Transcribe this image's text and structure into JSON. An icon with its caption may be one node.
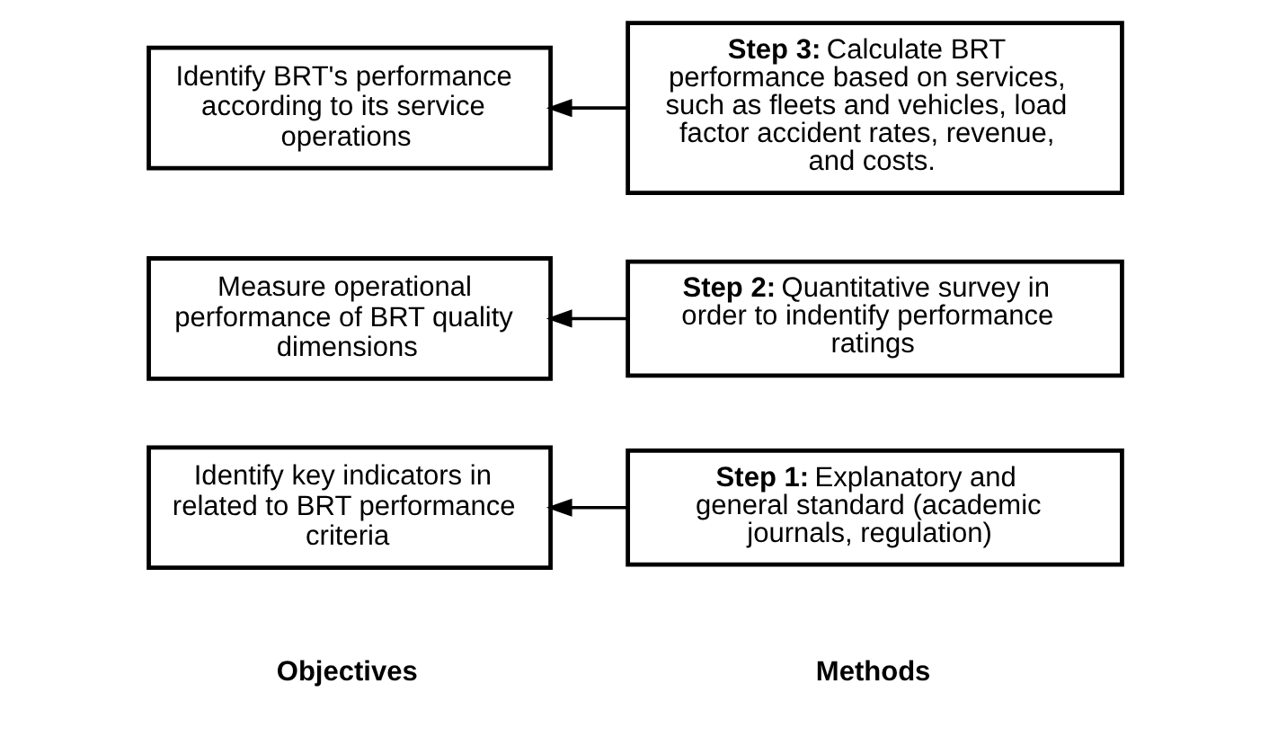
{
  "diagram": {
    "nodes": [
      {
        "text": [
          "Identify key indicators in related to BRT performance criteria"
        ]
      },
      {
        "text": [
          "**Step 1:** Explanatory and general standard (academic journals, regulation)"
        ]
      },
      {
        "text": [
          "Measure operational performance of BRT quality dimensions"
        ]
      },
      {
        "text": [
          "**Step 2:** Quantitative survey in order to indentify performance ratings"
        ]
      },
      {
        "text": [
          "Identify BRT's performance according to its service operations"
        ]
      },
      {
        "text": [
          "**Step 3:** Calculate BRT performance based on services, such as fleets and vehicles, load factor accident rates, revenue, and costs."
        ]
      }
    ],
    "edges": [
      {
        "from": 1,
        "to": 0,
        "arrow": "to"
      },
      {
        "from": 3,
        "to": 2,
        "arrow": "to"
      },
      {
        "from": 5,
        "to": 4,
        "arrow": "to"
      }
    ],
    "labels": [
      "Objectives",
      "Methods"
    ]
  }
}
